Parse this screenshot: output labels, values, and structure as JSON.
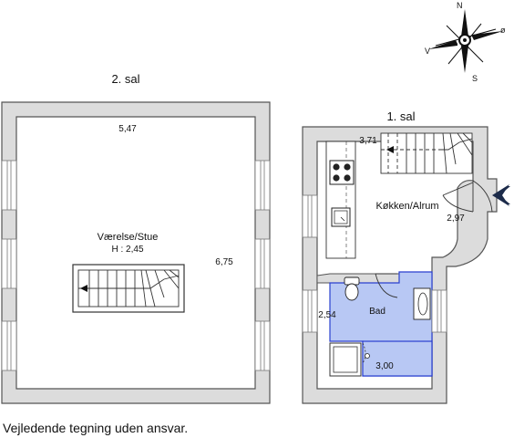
{
  "compass": {
    "north": "N",
    "east": "ø",
    "west": "V",
    "south": "S"
  },
  "floors": {
    "upper": {
      "title": "2. sal",
      "room_name": "Værelse/Stue",
      "room_height": "H : 2,45",
      "width_dim": "5,47",
      "depth_dim": "6,75"
    },
    "lower": {
      "title": "1. sal",
      "kitchen_name": "Køkken/Alrum",
      "kitchen_width_dim": "3,71",
      "kitchen_depth_dim": "2,97",
      "bath_name": "Bad",
      "bath_depth_dim": "2,54",
      "bath_width_dim": "3,00"
    }
  },
  "disclaimer": "Vejledende tegning uden ansvar.",
  "colors": {
    "wall": "#dcdcdc",
    "wall_stroke": "#555555",
    "bath_fill": "#b8c8f4",
    "bath_stroke": "#2a3fcf",
    "entrance_arrow": "#1c2b4a"
  }
}
